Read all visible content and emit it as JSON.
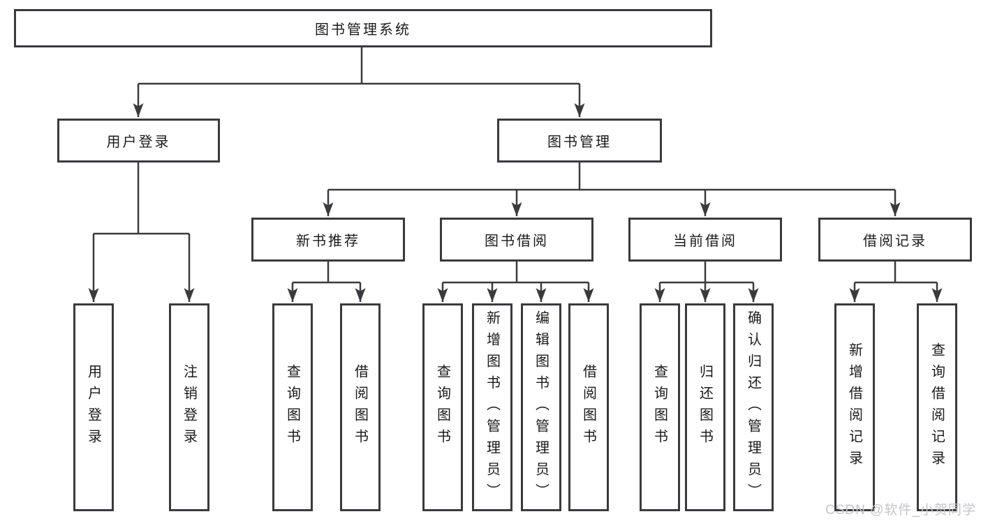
{
  "colors": {
    "background": "#ffffff",
    "line": "#3a3a3e",
    "box_border": "#3a3a3e",
    "text": "#1a1a1a",
    "watermark": "#c5c5ca"
  },
  "diagram": {
    "root_label": "图书管理系统",
    "branches": {
      "user_login": {
        "label": "用户登录",
        "children": [
          "用户登录",
          "注销登录"
        ]
      },
      "book_management": {
        "label": "图书管理",
        "sections": {
          "new_book": {
            "label": "新书推荐",
            "children": [
              "查询图书",
              "借阅图书"
            ]
          },
          "book_borrow": {
            "label": "图书借阅",
            "children": [
              "查询图书",
              "新增图书（管理员）",
              "编辑图书（管理员）",
              "借阅图书"
            ]
          },
          "current_borrow": {
            "label": "当前借阅",
            "children": [
              "查询图书",
              "归还图书",
              "确认归还（管理员）"
            ]
          },
          "records": {
            "label": "借阅记录",
            "children": [
              "新增借阅记录",
              "查询借阅记录"
            ]
          }
        }
      }
    }
  },
  "watermark": {
    "text": "CSDN @软件_小贺同学"
  }
}
